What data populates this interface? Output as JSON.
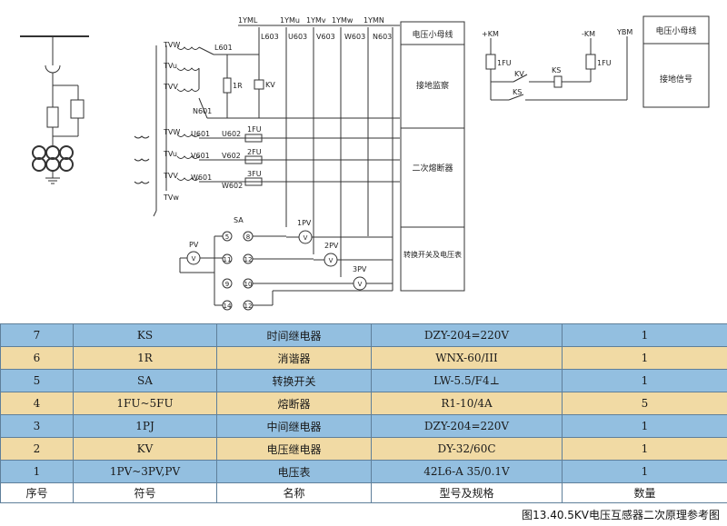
{
  "bus_labels": [
    "1YML",
    "1YMu",
    "1YMv",
    "1YMw",
    "1YMN"
  ],
  "wire_labels": [
    "L603",
    "U603",
    "V603",
    "W603",
    "N603"
  ],
  "components": {
    "tvw": "TVW",
    "tvu": "TVu",
    "tvv": "TVV",
    "tvw2": "TVW",
    "tvu2": "TVu",
    "tvv2": "TVV",
    "tvw3": "TVw",
    "l601": "L601",
    "n601": "N601",
    "r1": "1R",
    "kv": "KV",
    "u601": "U601",
    "v601": "V601",
    "w601": "W601",
    "u602": "U602",
    "v602": "V602",
    "w602": "W602",
    "fu1": "1FU",
    "fu2": "2FU",
    "fu3": "3FU",
    "sa": "SA",
    "pv": "PV",
    "pv1": "1PV",
    "pv2": "2PV",
    "pv3": "3PV",
    "v": "V",
    "sa_contacts": [
      "5",
      "8",
      "11",
      "12",
      "9",
      "10",
      "14",
      "12"
    ]
  },
  "function_box_1": [
    "电压小母线",
    "接地监察",
    "二次熔断器",
    "转换开关及电压表"
  ],
  "relay": {
    "km_plus": "+KM",
    "km_minus": "-KM",
    "ybm": "YBM",
    "fu1": "1FU",
    "fu2": "1FU",
    "kv": "KV",
    "ks": "KS",
    "ks2": "KS"
  },
  "function_box_2": [
    "电压小母线",
    "接地信号"
  ],
  "table": {
    "headers": [
      "序号",
      "符号",
      "名称",
      "型号及规格",
      "数量"
    ],
    "rows": [
      [
        "7",
        "KS",
        "时间继电器",
        "DZY-204=220V",
        "1"
      ],
      [
        "6",
        "1R",
        "消谐器",
        "WNX-60/III",
        "1"
      ],
      [
        "5",
        "SA",
        "转换开关",
        "LW-5.5/F4⊥",
        "1"
      ],
      [
        "4",
        "1FU~5FU",
        "熔断器",
        "R1-10/4A",
        "5"
      ],
      [
        "3",
        "1PJ",
        "中间继电器",
        "DZY-204=220V",
        "1"
      ],
      [
        "2",
        "KV",
        "电压继电器",
        "DY-32/60C",
        "1"
      ],
      [
        "1",
        "1PV~3PV,PV",
        "电压表",
        "42L6-A 35/0.1V",
        "1"
      ]
    ]
  },
  "caption": "图13.40.5KV电压互感器二次原理参考图"
}
